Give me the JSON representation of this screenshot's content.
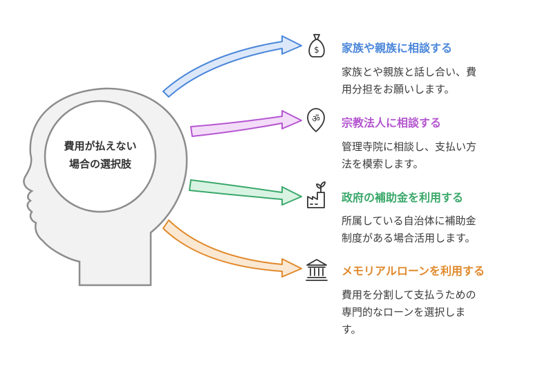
{
  "center": {
    "line1": "費用が払えない",
    "line2": "場合の選択肢"
  },
  "options": [
    {
      "title": "家族や親族に相談する",
      "desc_line1": "家族とや親族と話し合い、費",
      "desc_line2": "用分担をお願いします。",
      "desc_line3": "",
      "color": "#4a86d9",
      "fill": "#dce8f9",
      "icon": "money-bag-icon"
    },
    {
      "title": "宗教法人に相談する",
      "desc_line1": "管理寺院に相談し、支払い方",
      "desc_line2": "法を模索します。",
      "desc_line3": "",
      "color": "#b455d0",
      "fill": "#f3dcf8",
      "icon": "om-symbol-icon"
    },
    {
      "title": "政府の補助金を利用する",
      "desc_line1": "所属している自治体に補助金",
      "desc_line2": "制度がある場合活用します。",
      "desc_line3": "",
      "color": "#3aa86a",
      "fill": "#d9f3e3",
      "icon": "factory-plant-icon"
    },
    {
      "title": "メモリアルローンを利用する",
      "desc_line1": "費用を分割して支払うための",
      "desc_line2": "専門的なローンを選択しま",
      "desc_line3": "す。",
      "color": "#e08a2c",
      "fill": "#fbe8d3",
      "icon": "bank-icon"
    }
  ],
  "colors": {
    "head_fill": "#f2f2f2",
    "head_stroke": "#8c8c8c",
    "text": "#333333"
  }
}
